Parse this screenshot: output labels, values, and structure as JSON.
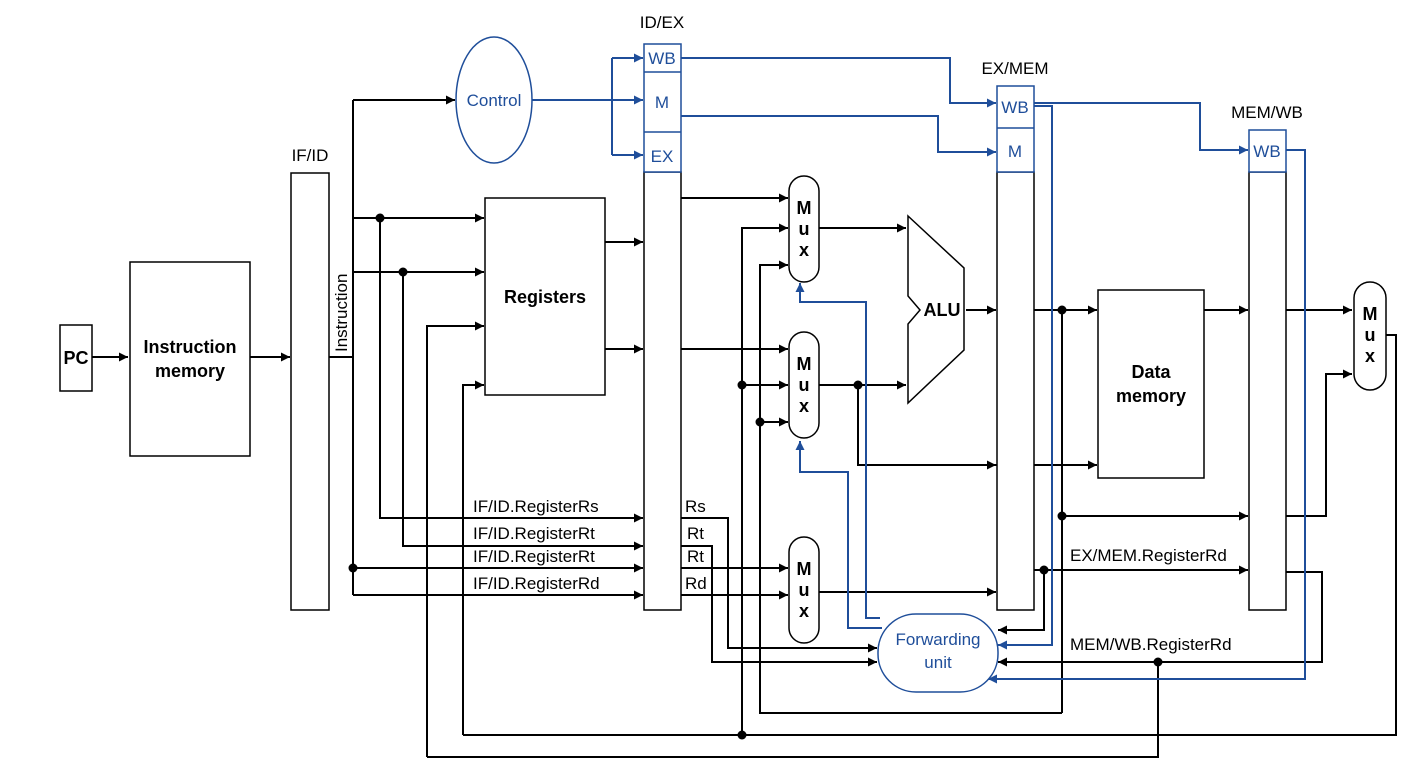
{
  "registers": {
    "if_id": "IF/ID",
    "id_ex": "ID/EX",
    "ex_mem": "EX/MEM",
    "mem_wb": "MEM/WB"
  },
  "fields": {
    "wb": "WB",
    "m": "M",
    "ex": "EX"
  },
  "blocks": {
    "pc": "PC",
    "instruction_memory_line1": "Instruction",
    "instruction_memory_line2": "memory",
    "instruction": "Instruction",
    "registers": "Registers",
    "control": "Control",
    "alu": "ALU",
    "data_memory_line1": "Data",
    "data_memory_line2": "memory",
    "forwarding_line1": "Forwarding",
    "forwarding_line2": "unit",
    "mux_letters": [
      "M",
      "u",
      "x"
    ]
  },
  "signals": {
    "if_id_rs": "IF/ID.RegisterRs",
    "if_id_rt_1": "IF/ID.RegisterRt",
    "if_id_rt_2": "IF/ID.RegisterRt",
    "if_id_rd": "IF/ID.RegisterRd",
    "rs": "Rs",
    "rt_1": "Rt",
    "rt_2": "Rt",
    "rd": "Rd",
    "ex_mem_rd": "EX/MEM.RegisterRd",
    "mem_wb_rd": "MEM/WB.RegisterRd"
  },
  "colors": {
    "control_path": "#1f4e9a",
    "data_path": "#000000"
  }
}
